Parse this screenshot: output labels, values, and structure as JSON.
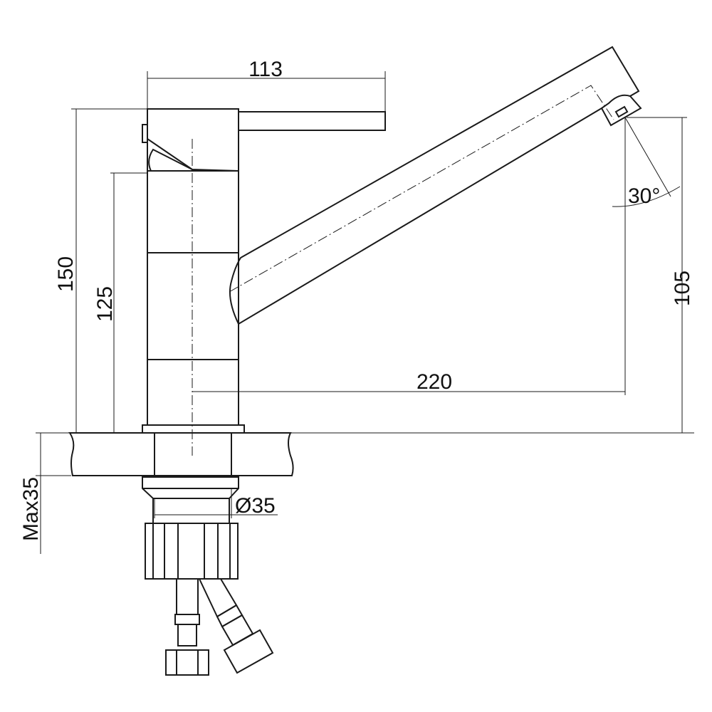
{
  "dimensions": {
    "lever_reach": "113",
    "total_height": "150",
    "body_height": "125",
    "spout_height": "105",
    "spout_reach": "220",
    "max_counter_thickness": "Max35",
    "mount_diameter": "Ø35",
    "spray_angle": "30°"
  },
  "colors": {
    "line": "#1a1a1a",
    "background": "#ffffff"
  }
}
